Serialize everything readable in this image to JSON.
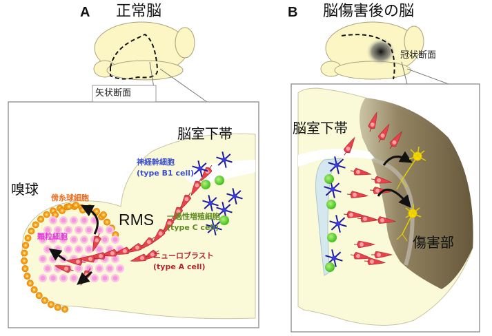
{
  "panel_a": {
    "letter": "A",
    "title": "正常脳",
    "section_plane": "矢状断面",
    "labels": {
      "olfactory_bulb": "嗅球",
      "svz": "脳室下帯",
      "rms": "RMS",
      "periglomerular": "傍糸球細胞",
      "granule": "顆粒細胞",
      "b1_name": "神経幹細胞",
      "b1_type": "(type B1 cell)",
      "c_name": "一過性増殖細胞",
      "c_type": "(type C cell)",
      "a_name": "ニューロブラスト",
      "a_type": "(type A cell)"
    }
  },
  "panel_b": {
    "letter": "B",
    "title": "脳傷害後の脳",
    "section_plane": "冠状断面",
    "labels": {
      "svz": "脳室下帯",
      "injury": "傷害部"
    }
  },
  "colors": {
    "tissue": "#fafad8",
    "neuroblast": "#e8424a",
    "stem_cell": "#1a1a9c",
    "type_c": "#6ad23a",
    "granule": "#f59ad8",
    "periglomerular": "#f5a020",
    "injury": "#6f5e3d",
    "new_neuron": "#f5d800",
    "ventricle": "#d6e8ef"
  }
}
